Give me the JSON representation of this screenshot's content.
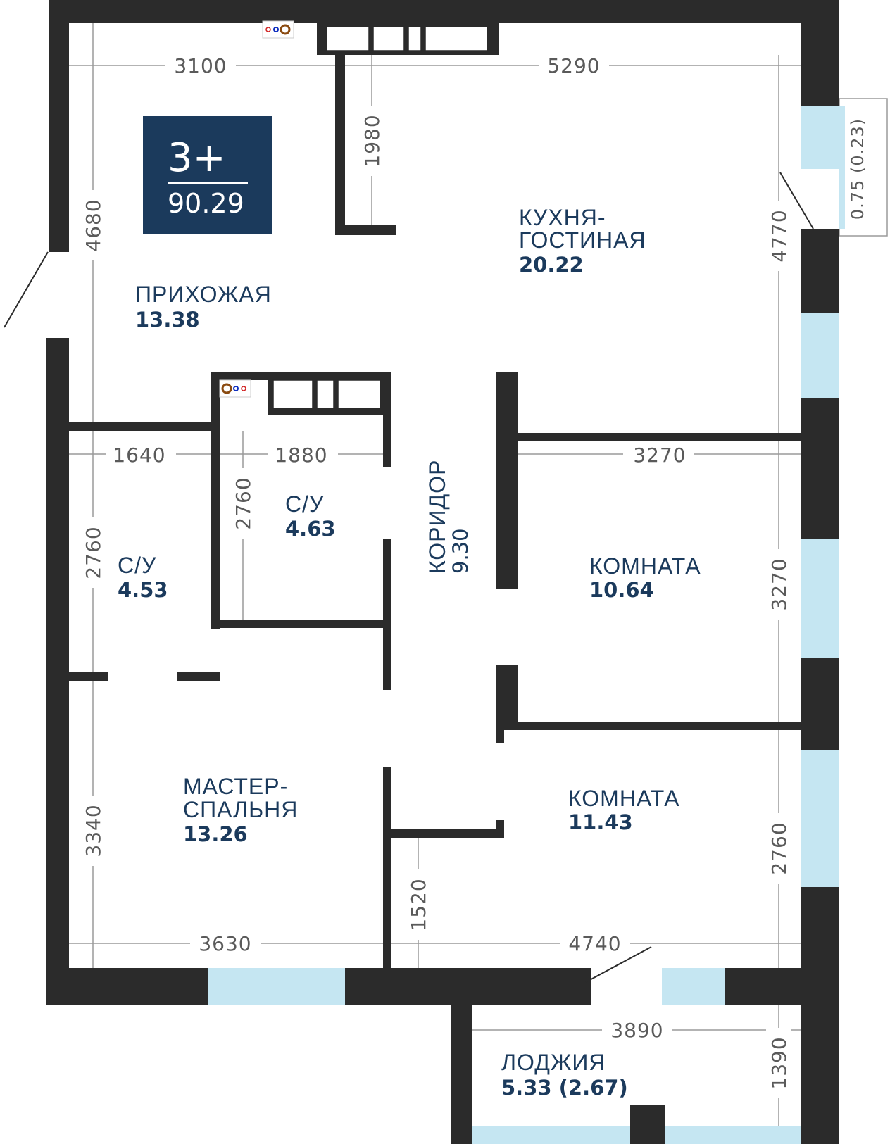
{
  "badge": {
    "rooms": "3+",
    "total_area": "90.29"
  },
  "rooms": {
    "hallway": {
      "name": "ПРИХОЖАЯ",
      "area": "13.38"
    },
    "kitchen": {
      "name_line1": "КУХНЯ-",
      "name_line2": "ГОСТИНАЯ",
      "area": "20.22"
    },
    "bath_small": {
      "name": "С/У",
      "area": "4.53"
    },
    "bath_big": {
      "name": "С/У",
      "area": "4.63"
    },
    "corridor": {
      "name": "КОРИДОР",
      "area": "9.30"
    },
    "room1": {
      "name": "КОМНАТА",
      "area": "10.64"
    },
    "master": {
      "name_line1": "МАСТЕР-",
      "name_line2": "СПАЛЬНЯ",
      "area": "13.26"
    },
    "room2": {
      "name": "КОМНАТА",
      "area": "11.43"
    },
    "loggia": {
      "name": "ЛОДЖИЯ",
      "area": "5.33 (2.67)"
    }
  },
  "dimensions": {
    "top_left_width": "3100",
    "top_right_width": "5290",
    "left_upper_height": "4680",
    "kitchen_niche_height": "1980",
    "kitchen_right_height": "4770",
    "balcony_note": "0.75 (0.23)",
    "bath_small_width": "1640",
    "bath_big_width": "1880",
    "bath_big_height": "2760",
    "bath_small_height": "2760",
    "room1_width": "3270",
    "room1_height": "3270",
    "master_height": "3340",
    "master_width": "3630",
    "room2_height": "2760",
    "room2_niche_height": "1520",
    "room2_width": "4740",
    "loggia_width": "3890",
    "loggia_height": "1390"
  },
  "colors": {
    "wall": "#2b2b2b",
    "window": "#c5e6f2",
    "badge": "#1b3a5c",
    "label": "#1b3a5c",
    "dimension": "#5a5a5a"
  }
}
